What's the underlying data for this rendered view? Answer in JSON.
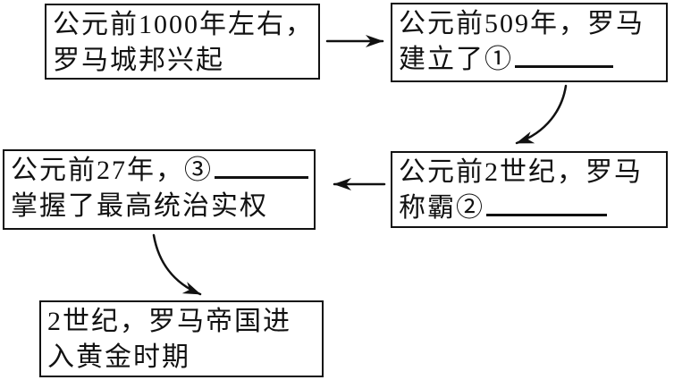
{
  "flowchart": {
    "boxes": [
      {
        "id": "city-state-rise",
        "line1": "公元前1000年左右，",
        "line2": "罗马城邦兴起",
        "blank": null
      },
      {
        "id": "republic-founded",
        "line1": "公元前509年，罗马",
        "line2": "建立了①",
        "blank": "after-line2"
      },
      {
        "id": "supreme-power",
        "line1": "公元前27年，③",
        "line2": "掌握了最高统治实权",
        "blank": "after-line1"
      },
      {
        "id": "hegemony",
        "line1": "公元前2世纪，罗马",
        "line2": "称霸②",
        "blank": "after-line2"
      },
      {
        "id": "golden-age",
        "line1": "2世纪，罗马帝国进",
        "line2": "入黄金时期",
        "blank": null
      }
    ],
    "arrows": [
      {
        "from": "city-state-rise",
        "to": "republic-founded",
        "shape": "straight-right"
      },
      {
        "from": "republic-founded",
        "to": "hegemony",
        "shape": "curved-down-left"
      },
      {
        "from": "hegemony",
        "to": "supreme-power",
        "shape": "straight-left"
      },
      {
        "from": "supreme-power",
        "to": "golden-age",
        "shape": "curved-down-right"
      }
    ],
    "ink_color": "#111111",
    "background_color": "#ffffff"
  }
}
